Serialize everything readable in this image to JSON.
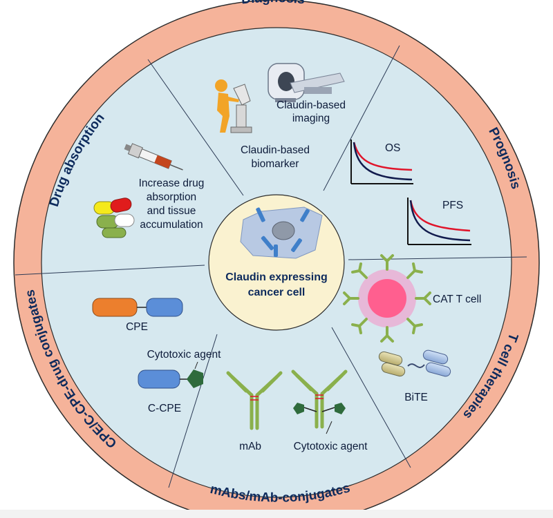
{
  "center": {
    "line1": "Claudin expressing",
    "line2": "cancer cell"
  },
  "ring_labels": {
    "diagnosis": "Diagnosis",
    "prognosis": "Prognosis",
    "t_cell_therapies": "T cell therapies",
    "mabs": "mAbs/mAb-conjugates",
    "cpe": "CPE/C-CPE-drug conjugates",
    "drug_absorption": "Drug absorption"
  },
  "diagnosis": {
    "imaging_line1": "Claudin-based",
    "imaging_line2": "imaging",
    "biomarker_line1": "Claudin-based",
    "biomarker_line2": "biomarker"
  },
  "prognosis": {
    "os": "OS",
    "pfs": "PFS"
  },
  "t_cell": {
    "cat": "CAT T cell",
    "bite": "BiTE"
  },
  "mabs": {
    "mab": "mAb",
    "cytotoxic": "Cytotoxic agent"
  },
  "cpe": {
    "cpe": "CPE",
    "cytotoxic": "Cytotoxic agent",
    "ccpe": "C-CPE"
  },
  "drug": {
    "line1": "Increase drug",
    "line2": "absorption",
    "line3": "and tissue",
    "line4": "accumulation"
  },
  "colors": {
    "ring": "#f5b39a",
    "inner": "#d6e8ef",
    "center": "#faf2d0",
    "curve_red": "#e0142a",
    "curve_navy": "#111b4d",
    "antibody_green": "#8ab04c",
    "cpe_orange": "#ec7f2d",
    "cpe_blue": "#5b8ed8",
    "drug_green": "#2f6b3c"
  }
}
